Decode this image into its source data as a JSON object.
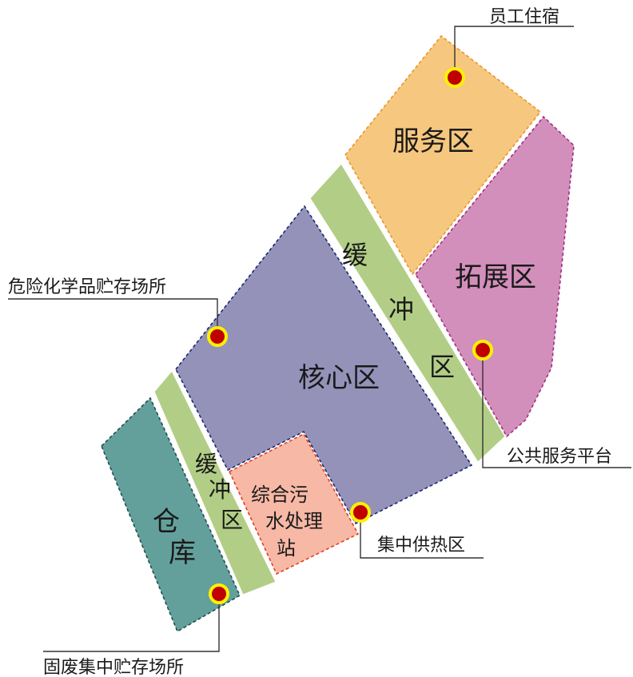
{
  "zones": {
    "service": "服务区",
    "expansion": "拓展区",
    "core": "核心区",
    "buffer_right": [
      "缓",
      "冲",
      "区"
    ],
    "buffer_left": [
      "缓",
      "冲",
      "区"
    ],
    "warehouse": [
      "仓",
      "库"
    ],
    "sewage": [
      "综合污",
      "水处理",
      "站"
    ]
  },
  "callouts": {
    "staff_dorm": "员工住宿",
    "hazardous_storage": "危险化学品贮存场所",
    "public_service": "公共服务平台",
    "central_heating": "集中供热区",
    "solid_waste": "固废集中贮存场所"
  },
  "colors": {
    "service": "#F6C77E",
    "expansion": "#D38FBB",
    "core": "#9492B9",
    "buffer": "#B2CE86",
    "warehouse": "#63A09C",
    "sewage": "#F7B8A6",
    "marker_fill": "#C00000",
    "marker_ring": "#FFF200"
  }
}
